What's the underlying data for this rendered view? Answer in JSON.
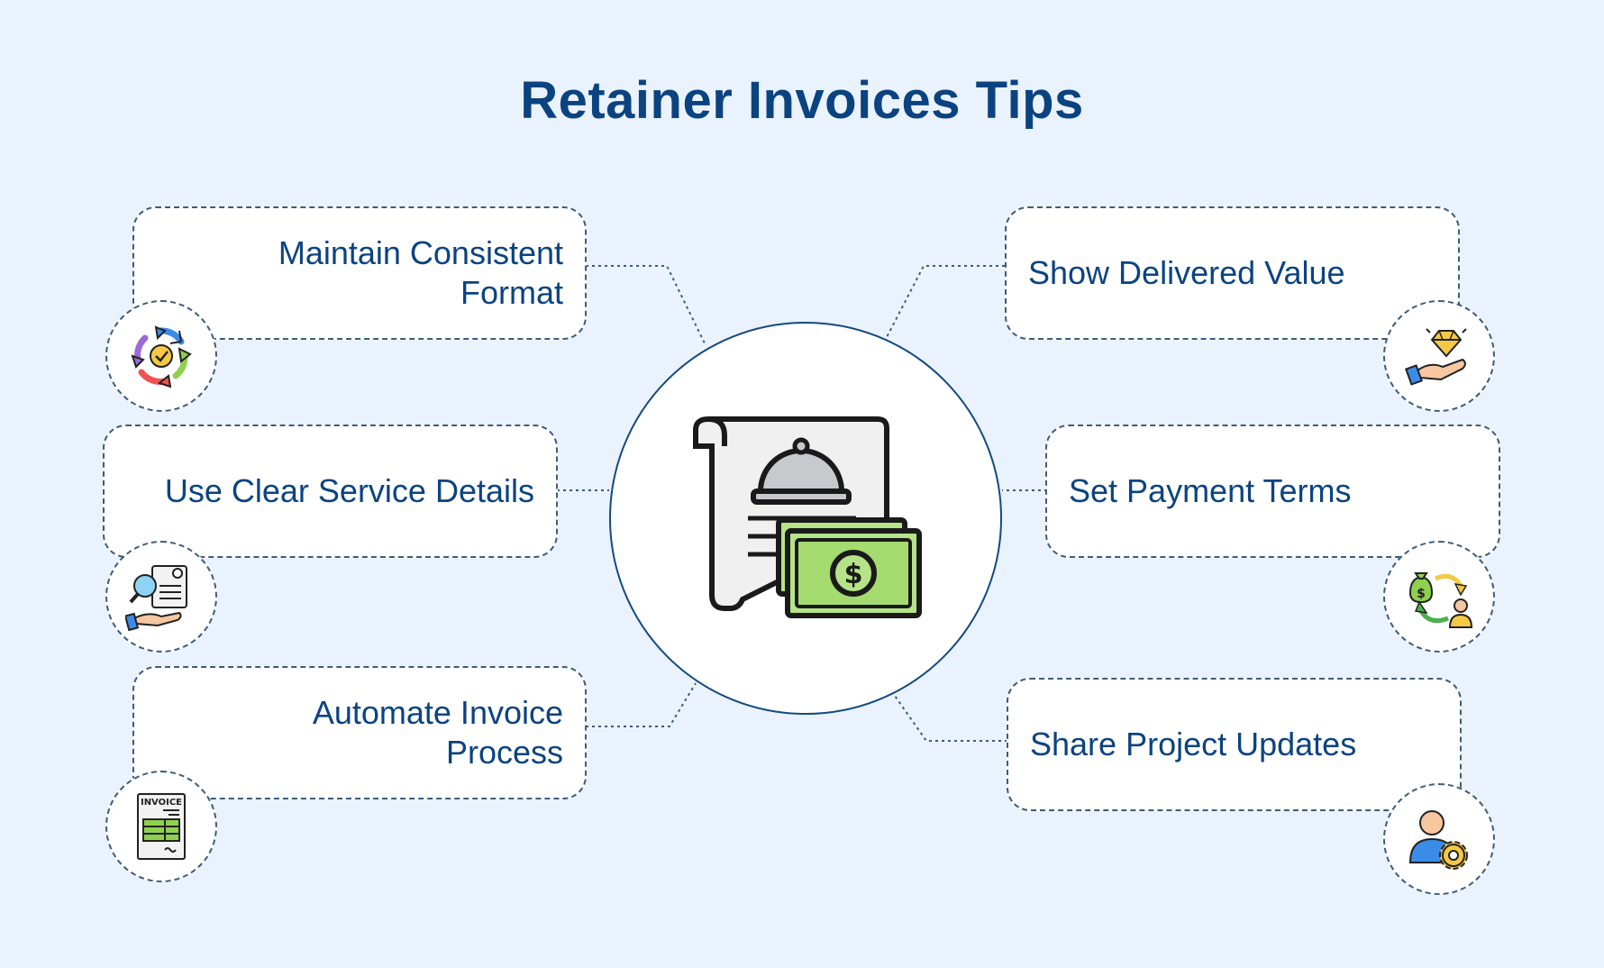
{
  "title": "Retainer Invoices Tips",
  "tips": [
    {
      "label": "Maintain Consistent\nFormat",
      "icon": "refresh-cycle-icon"
    },
    {
      "label": "Use Clear Service Details",
      "icon": "document-search-icon"
    },
    {
      "label": "Automate Invoice\nProcess",
      "icon": "invoice-sheet-icon"
    },
    {
      "label": "Show Delivered Value",
      "icon": "diamond-hand-icon"
    },
    {
      "label": "Set Payment Terms",
      "icon": "money-exchange-icon"
    },
    {
      "label": "Share Project Updates",
      "icon": "user-gear-icon"
    }
  ],
  "center_icon": "receipt-with-cash-icon",
  "invoice_icon_text": "INVOICE",
  "colors": {
    "background": "#eaf2fd",
    "title": "#0b4381",
    "text": "#0b4381",
    "border": "#3e5c7d",
    "cash_green": "#b6e388",
    "cash_dark": "#8fd14f"
  }
}
